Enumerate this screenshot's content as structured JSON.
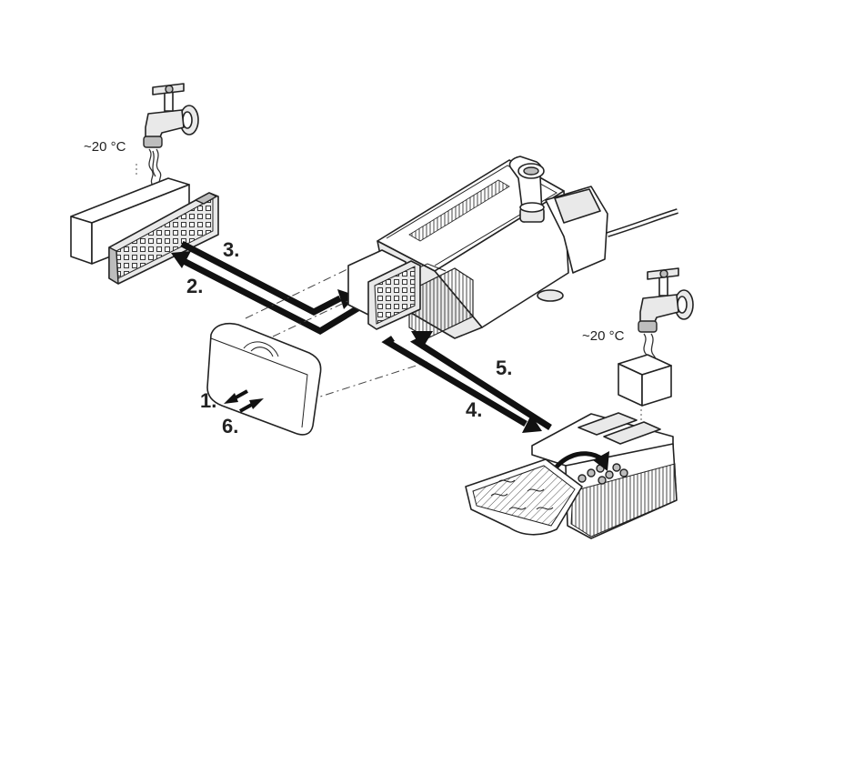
{
  "labels": {
    "temp_left": "~20 °C",
    "temp_right": "~20 °C",
    "step_1": "1.",
    "step_2": "2.",
    "step_3": "3.",
    "step_4": "4.",
    "step_5": "5.",
    "step_6": "6."
  },
  "icons": [
    "water-tap-icon",
    "filter-pump",
    "filter-cartridge",
    "media-basket",
    "sponge-block"
  ]
}
